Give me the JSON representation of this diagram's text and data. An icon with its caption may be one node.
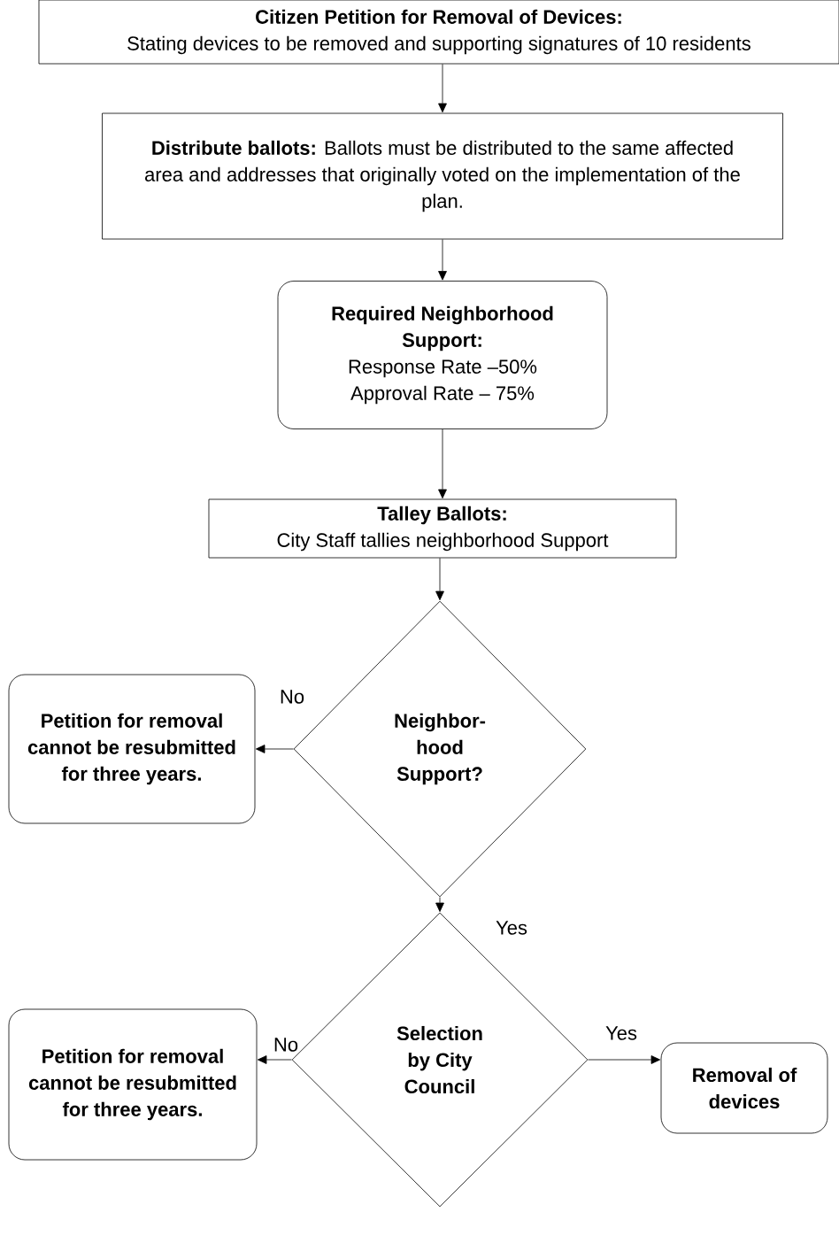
{
  "diagram": {
    "nodes": [
      {
        "text": [
          "Citizen Petition for Removal of Devices:",
          "Stating devices to be removed and supporting signatures of 10 residents"
        ]
      },
      {
        "text": [
          "**Distribute ballots:** Ballots must be distributed to the same affected area and addresses that originally voted on the implementation of the plan."
        ]
      },
      {
        "text": [
          "Required Neighborhood Support:",
          "Response Rate –50%",
          "Approval Rate – 75%"
        ]
      },
      {
        "text": [
          "Talley Ballots:",
          "City Staff tallies neighborhood Support"
        ]
      },
      {
        "text": [
          "Neighbor-hood Support?"
        ]
      },
      {
        "text": [
          "Petition for removal cannot be resubmitted for three years."
        ]
      },
      {
        "text": [
          "Selection by City Council"
        ]
      },
      {
        "text": [
          "Petition for removal cannot be resubmitted for three years."
        ]
      },
      {
        "text": [
          "Removal of devices"
        ]
      }
    ],
    "edges": [
      {
        "from": 0,
        "to": 1,
        "arrow": "to"
      },
      {
        "from": 1,
        "to": 2,
        "arrow": "to"
      },
      {
        "from": 2,
        "to": 3,
        "arrow": "to"
      },
      {
        "from": 3,
        "to": 4,
        "arrow": "to"
      },
      {
        "from": 4,
        "to": 5,
        "arrow": "to",
        "label": "No"
      },
      {
        "from": 4,
        "to": 6,
        "arrow": "to",
        "label": "Yes"
      },
      {
        "from": 6,
        "to": 7,
        "arrow": "to",
        "label": "No"
      },
      {
        "from": 6,
        "to": 8,
        "arrow": "to",
        "label": "Yes"
      }
    ]
  }
}
